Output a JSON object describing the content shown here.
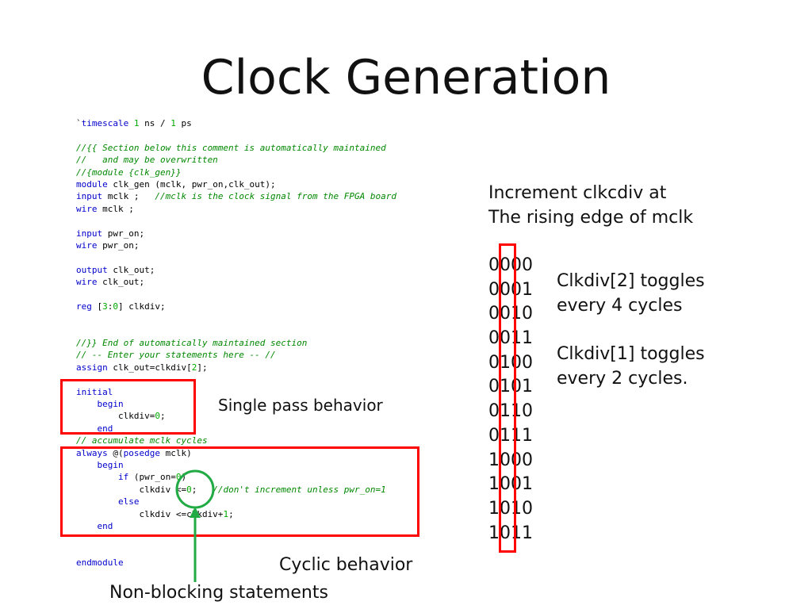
{
  "slide": {
    "title": "Clock Generation"
  },
  "code_lines": [
    [
      [
        "t",
        "`"
      ],
      [
        "kw",
        "timescale"
      ],
      [
        "t",
        " "
      ],
      [
        "num",
        "1"
      ],
      [
        "t",
        " ns / "
      ],
      [
        "num",
        "1"
      ],
      [
        "t",
        " ps"
      ]
    ],
    [],
    [
      [
        "cm",
        "//{{ Section below this comment is automatically maintained"
      ]
    ],
    [
      [
        "cm",
        "//   and may be overwritten"
      ]
    ],
    [
      [
        "cm",
        "//{module {clk_gen}}"
      ]
    ],
    [
      [
        "kw",
        "module"
      ],
      [
        "t",
        " clk_gen (mclk, pwr_on,clk_out);"
      ]
    ],
    [
      [
        "kw",
        "input"
      ],
      [
        "t",
        " mclk ;   "
      ],
      [
        "cm",
        "//mclk is the clock signal from the FPGA board"
      ]
    ],
    [
      [
        "kw",
        "wire"
      ],
      [
        "t",
        " mclk ;"
      ]
    ],
    [],
    [
      [
        "kw",
        "input"
      ],
      [
        "t",
        " pwr_on;"
      ]
    ],
    [
      [
        "kw",
        "wire"
      ],
      [
        "t",
        " pwr_on;"
      ]
    ],
    [],
    [
      [
        "kw",
        "output"
      ],
      [
        "t",
        " clk_out;"
      ]
    ],
    [
      [
        "kw",
        "wire"
      ],
      [
        "t",
        " clk_out;"
      ]
    ],
    [],
    [
      [
        "kw",
        "reg"
      ],
      [
        "t",
        " ["
      ],
      [
        "num",
        "3"
      ],
      [
        "t",
        ":"
      ],
      [
        "num",
        "0"
      ],
      [
        "t",
        "] clkdiv;"
      ]
    ],
    [],
    [],
    [
      [
        "cm",
        "//}} End of automatically maintained section"
      ]
    ],
    [
      [
        "cm",
        "// -- Enter your statements here -- //"
      ]
    ],
    [
      [
        "kw",
        "assign"
      ],
      [
        "t",
        " clk_out=clkdiv["
      ],
      [
        "num",
        "2"
      ],
      [
        "t",
        "];"
      ]
    ],
    [],
    [
      [
        "kw",
        "initial"
      ]
    ],
    [
      [
        "t",
        "    "
      ],
      [
        "kw",
        "begin"
      ]
    ],
    [
      [
        "t",
        "        clkdiv="
      ],
      [
        "num",
        "0"
      ],
      [
        "t",
        ";"
      ]
    ],
    [
      [
        "t",
        "    "
      ],
      [
        "kw",
        "end"
      ]
    ],
    [
      [
        "cm",
        "// accumulate mclk cycles"
      ]
    ],
    [
      [
        "kw",
        "always"
      ],
      [
        "t",
        " @("
      ],
      [
        "kw",
        "posedge"
      ],
      [
        "t",
        " mclk)"
      ]
    ],
    [
      [
        "t",
        "    "
      ],
      [
        "kw",
        "begin"
      ]
    ],
    [
      [
        "t",
        "        "
      ],
      [
        "kw",
        "if"
      ],
      [
        "t",
        " (pwr_on="
      ],
      [
        "num",
        "0"
      ],
      [
        "t",
        ")"
      ]
    ],
    [
      [
        "t",
        "            clkdiv <="
      ],
      [
        "num",
        "0"
      ],
      [
        "t",
        ";   "
      ],
      [
        "cm",
        "//don't increment unless pwr_on=1"
      ]
    ],
    [
      [
        "t",
        "        "
      ],
      [
        "kw",
        "else"
      ]
    ],
    [
      [
        "t",
        "            clkdiv <=clkdiv+"
      ],
      [
        "num",
        "1"
      ],
      [
        "t",
        ";"
      ]
    ],
    [
      [
        "t",
        "    "
      ],
      [
        "kw",
        "end"
      ]
    ],
    [],
    [],
    [
      [
        "kw",
        "endmodule"
      ]
    ]
  ],
  "annotations": {
    "single_pass": "Single pass behavior",
    "cyclic": "Cyclic behavior",
    "non_blocking": "Non-blocking statements"
  },
  "right_panel": {
    "increment_line1": "Increment clkcdiv at",
    "increment_line2": "The rising edge of mclk",
    "counter_values": [
      "0000",
      "0001",
      "0010",
      "0011",
      "0100",
      "0101",
      "0110",
      "0111",
      "1000",
      "1001",
      "1010",
      "1011"
    ],
    "toggle2_line1": "Clkdiv[2]  toggles",
    "toggle2_line2": "every 4 cycles",
    "toggle1_line1": "Clkdiv[1] toggles",
    "toggle1_line2": "every 2 cycles."
  },
  "colors": {
    "keyword": "#0000cc",
    "comment": "#008800",
    "number": "#00aa00",
    "highlight_box": "#ff0000",
    "callout": "#22aa44"
  }
}
